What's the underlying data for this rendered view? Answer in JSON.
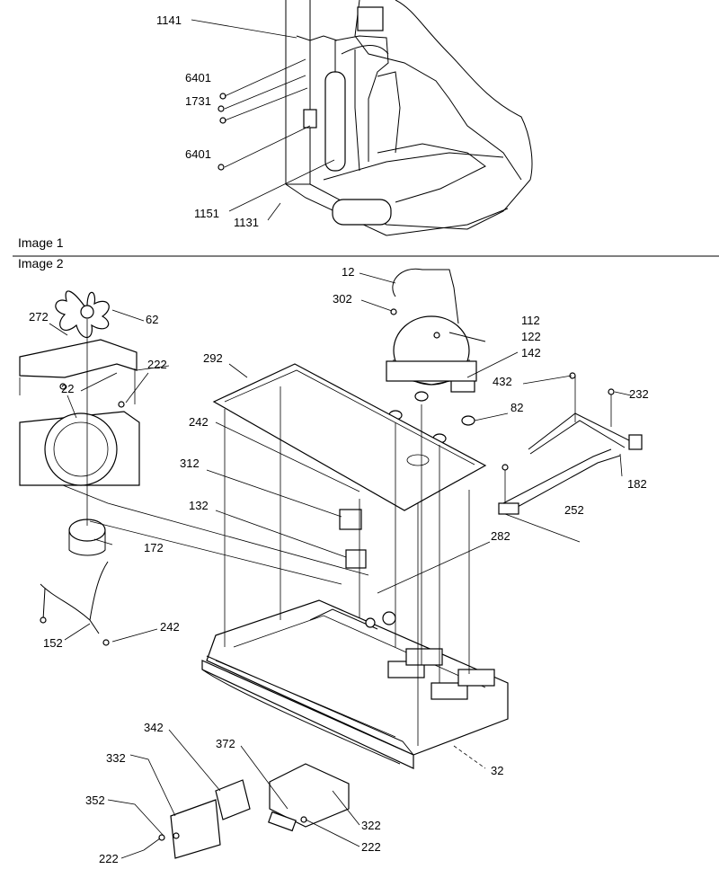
{
  "captions": {
    "image1": "Image 1",
    "image2": "Image 2"
  },
  "image1_labels": {
    "p1141": "1141",
    "p6401a": "6401",
    "p1731": "1731",
    "p6401b": "6401",
    "p1151": "1151",
    "p1131": "1131"
  },
  "image2_labels": {
    "p12": "12",
    "p302": "302",
    "p112": "112",
    "p122": "122",
    "p142": "142",
    "p272": "272",
    "p62": "62",
    "p222a": "222",
    "p22": "22",
    "p292": "292",
    "p432": "432",
    "p232": "232",
    "p82": "82",
    "p242a": "242",
    "p312": "312",
    "p182": "182",
    "p252": "252",
    "p132": "132",
    "p172": "172",
    "p282": "282",
    "p152": "152",
    "p242b": "242",
    "p342": "342",
    "p372": "372",
    "p32": "32",
    "p332": "332",
    "p352": "352",
    "p322": "322",
    "p222b": "222",
    "p222c": "222"
  }
}
